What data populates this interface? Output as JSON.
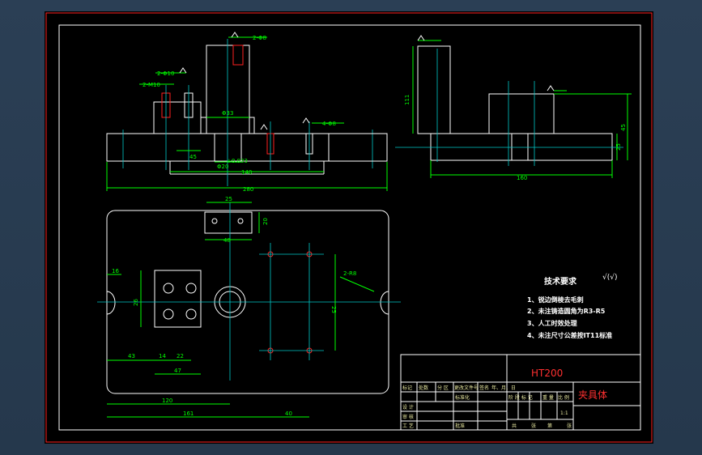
{
  "drawing": {
    "tech_title": "技术要求",
    "roughness_note": "√(√)",
    "requirements": [
      "1、锐边倒棱去毛刺",
      "2、未注铸造圆角为R3-R5",
      "3、人工时效处理",
      "4、未注尺寸公差按IT11标准"
    ],
    "title_block": {
      "material": "HT200",
      "part_name": "夹具体",
      "row_labels": [
        "标记",
        "处数",
        "分 区",
        "更改文件号",
        "签名",
        "年、月、日"
      ],
      "left_labels": [
        "设 计",
        "审 核",
        "工 艺"
      ],
      "mid_labels": [
        "标准化",
        "批准"
      ],
      "stage_labels": [
        "阶 段 标 记",
        "重 量",
        "比 例"
      ],
      "scale": "1:1",
      "sheet_labels": [
        "共",
        "张",
        "第",
        "张"
      ]
    },
    "dims_front": [
      "2-Φ8",
      "2-M10",
      "2-Φ10",
      "Φ33",
      "Φ20",
      "140",
      "280",
      "4-Φ8",
      "45"
    ],
    "dims_side": [
      "111",
      "160",
      "45",
      "25"
    ],
    "dims_top": [
      "25",
      "48",
      "20",
      "16",
      "26",
      "25",
      "43",
      "14",
      "22",
      "47",
      "120",
      "161",
      "40",
      "2-R8"
    ],
    "tolerance": "+0.033"
  }
}
